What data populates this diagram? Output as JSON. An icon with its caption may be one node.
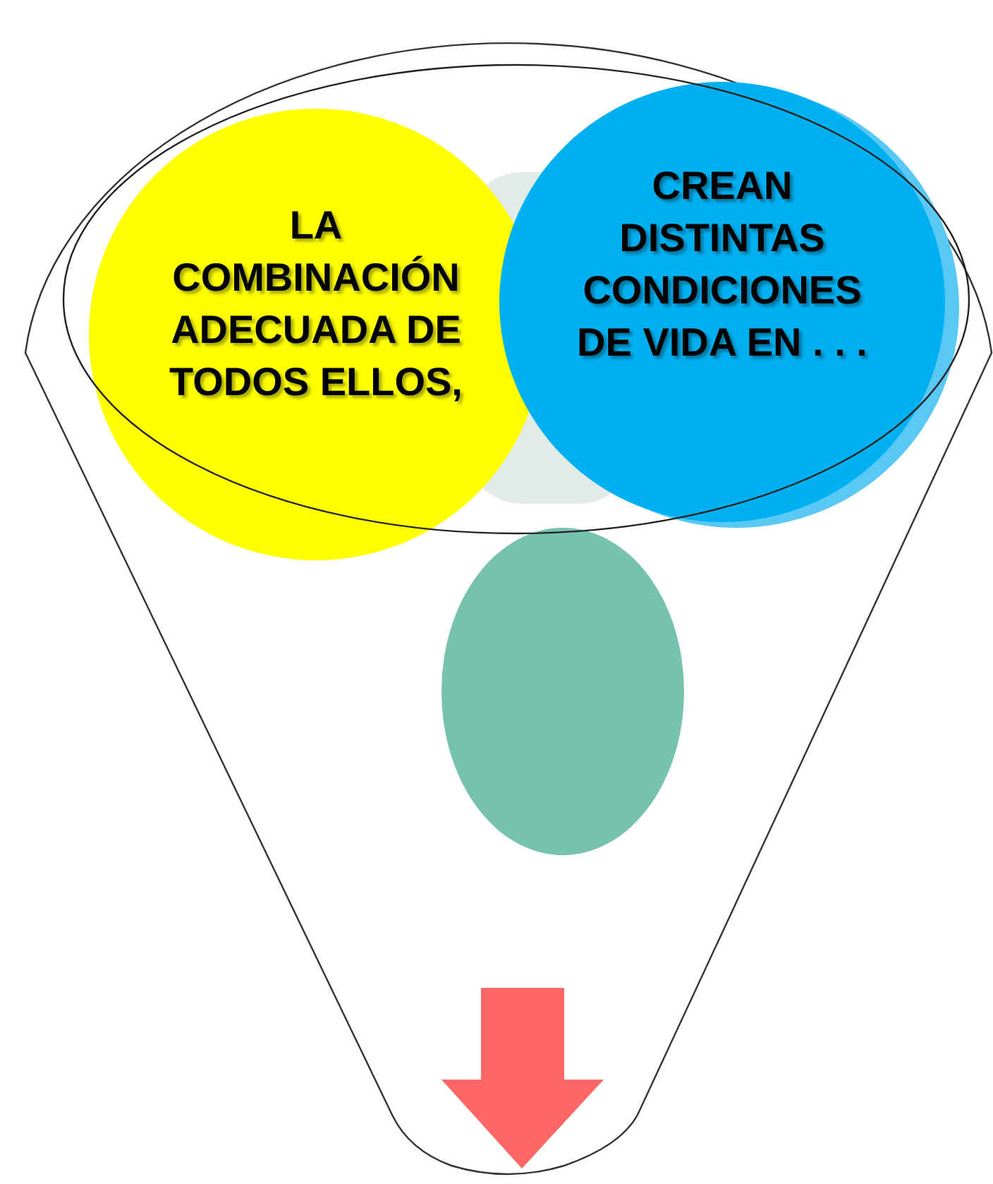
{
  "diagram": {
    "nodes": [
      {
        "text": [
          "LA COMBINACIÓN ADECUADA DE TODOS ELLOS,"
        ]
      },
      {
        "text": [
          "CREAN DISTINTAS CONDICIONES DE VIDA EN . . ."
        ]
      },
      {
        "text": [],
        "shape": "ellipse"
      }
    ]
  }
}
